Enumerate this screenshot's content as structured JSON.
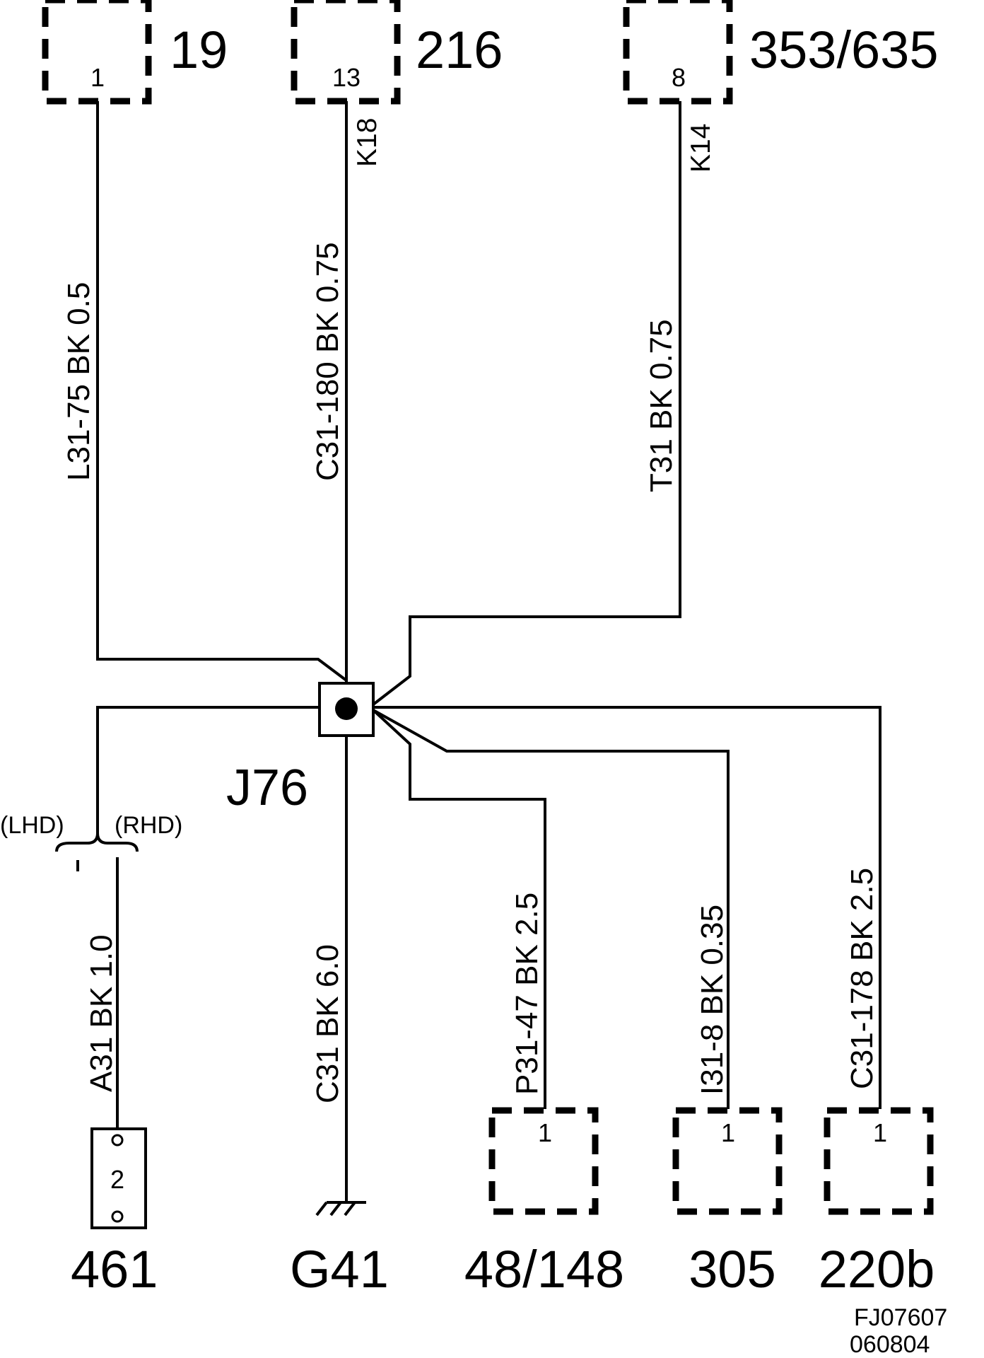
{
  "colors": {
    "line": "#000000",
    "background": "#ffffff"
  },
  "connectors_top": [
    {
      "id": "19",
      "pin": "1"
    },
    {
      "id": "216",
      "pin": "13"
    },
    {
      "id": "353/635",
      "pin": "8"
    }
  ],
  "connectors_bottom": [
    {
      "id": "48/148",
      "pin": "1"
    },
    {
      "id": "305",
      "pin": "1"
    },
    {
      "id": "220b",
      "pin": "1"
    }
  ],
  "component_461": {
    "id": "461",
    "pin": "2"
  },
  "ground": {
    "id": "G41"
  },
  "splice": {
    "id": "J76"
  },
  "wires": {
    "w19": "L31-75  BK  0.5",
    "w216": "C31-180  BK  0.75",
    "w216_loc": "K18",
    "w353": "T31  BK  0.75",
    "w353_loc": "K14",
    "w461": "A31  BK  1.0",
    "wG41": "C31  BK  6.0",
    "w48": "P31-47  BK  2.5",
    "w305": "I31-8  BK  0.35",
    "w220b": "C31-178  BK  2.5"
  },
  "variants": {
    "lhd": "(LHD)",
    "rhd": "(RHD)"
  },
  "reference": {
    "line1": "FJ07607",
    "line2": "060804"
  }
}
